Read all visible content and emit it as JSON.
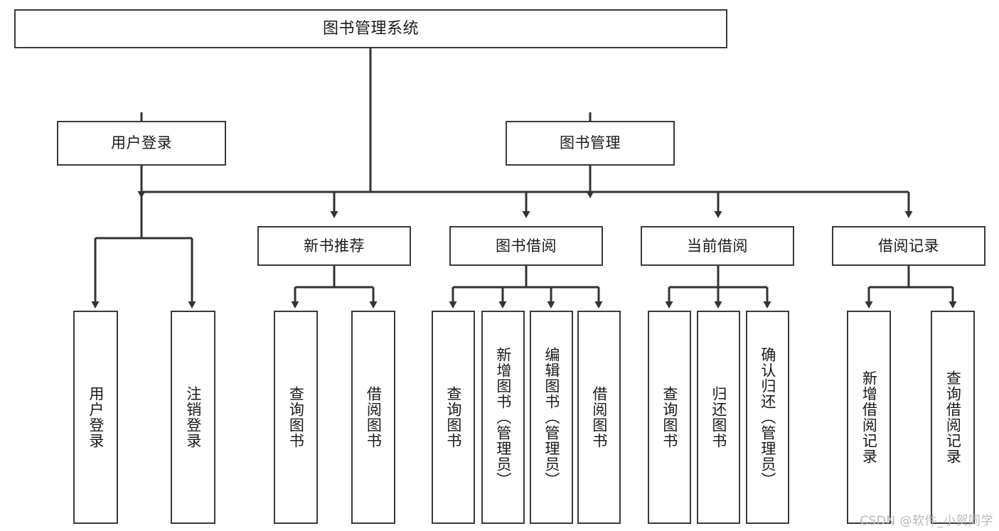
{
  "diagram": {
    "title": "图书管理系统",
    "type": "tree",
    "watermark": "CSDN @软件_小贺同学",
    "colors": {
      "box_border": "#3a3a3a",
      "box_fill": "#ffffff",
      "edge": "#333333",
      "text": "#1a1a1a",
      "watermark": "#b9b9b9"
    },
    "root": {
      "label": "图书管理系统"
    },
    "level1": [
      {
        "label": "用户登录"
      },
      {
        "label": "图书管理"
      }
    ],
    "level2": [
      {
        "label": "新书推荐"
      },
      {
        "label": "图书借阅"
      },
      {
        "label": "当前借阅"
      },
      {
        "label": "借阅记录"
      }
    ],
    "leaves": {
      "user_login": [
        {
          "label": "用户登录"
        },
        {
          "label": "注销登录"
        }
      ],
      "new_book": [
        {
          "label": "查询图书"
        },
        {
          "label": "借阅图书"
        }
      ],
      "book_borrow": [
        {
          "label": "查询图书"
        },
        {
          "label": "新增图书（管理员）"
        },
        {
          "label": "编辑图书（管理员）"
        },
        {
          "label": "借阅图书"
        }
      ],
      "current_borrow": [
        {
          "label": "查询图书"
        },
        {
          "label": "归还图书"
        },
        {
          "label": "确认归还（管理员）"
        }
      ],
      "borrow_record": [
        {
          "label": "新增借阅记录"
        },
        {
          "label": "查询借阅记录"
        }
      ]
    }
  }
}
